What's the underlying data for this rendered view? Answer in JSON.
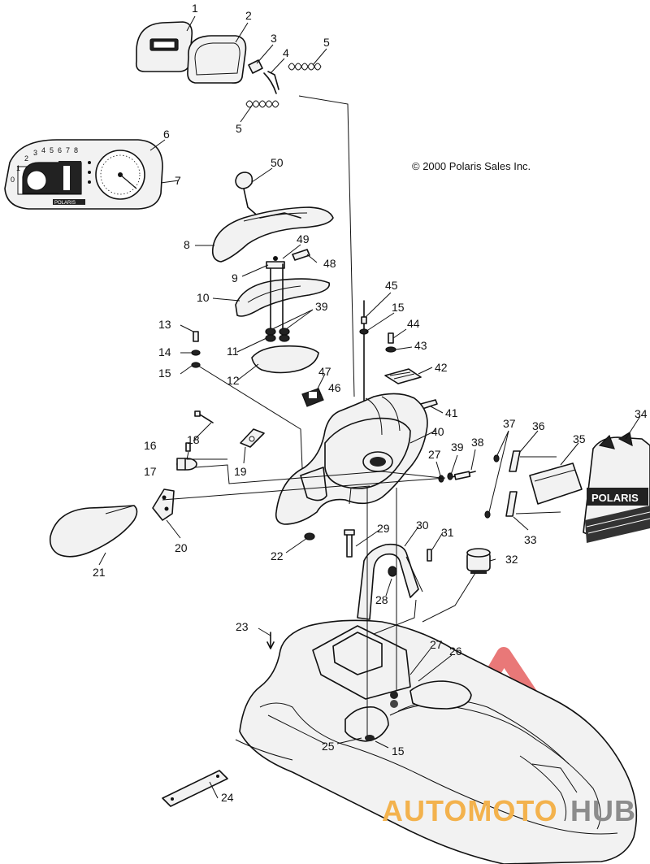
{
  "copyright": "© 2000 Polaris Sales Inc.",
  "gauge": {
    "tach_digits": [
      "0",
      "1",
      "2",
      "3",
      "4",
      "5",
      "6",
      "7",
      "8"
    ],
    "brand": "POLARIS"
  },
  "panel_brand": "POLARIS",
  "watermark": {
    "part1": "AUTOMOTO",
    "part2": "HUB"
  },
  "callouts": [
    "1",
    "2",
    "3",
    "4",
    "5",
    "5",
    "6",
    "7",
    "50",
    "8",
    "49",
    "48",
    "9",
    "10",
    "39",
    "11",
    "13",
    "14",
    "15",
    "12",
    "45",
    "15",
    "44",
    "43",
    "42",
    "47",
    "46",
    "41",
    "40",
    "18",
    "16",
    "19",
    "17",
    "27",
    "39",
    "38",
    "37",
    "36",
    "35",
    "34",
    "20",
    "21",
    "22",
    "29",
    "30",
    "31",
    "32",
    "33",
    "28",
    "23",
    "27",
    "26",
    "25",
    "15",
    "24"
  ]
}
